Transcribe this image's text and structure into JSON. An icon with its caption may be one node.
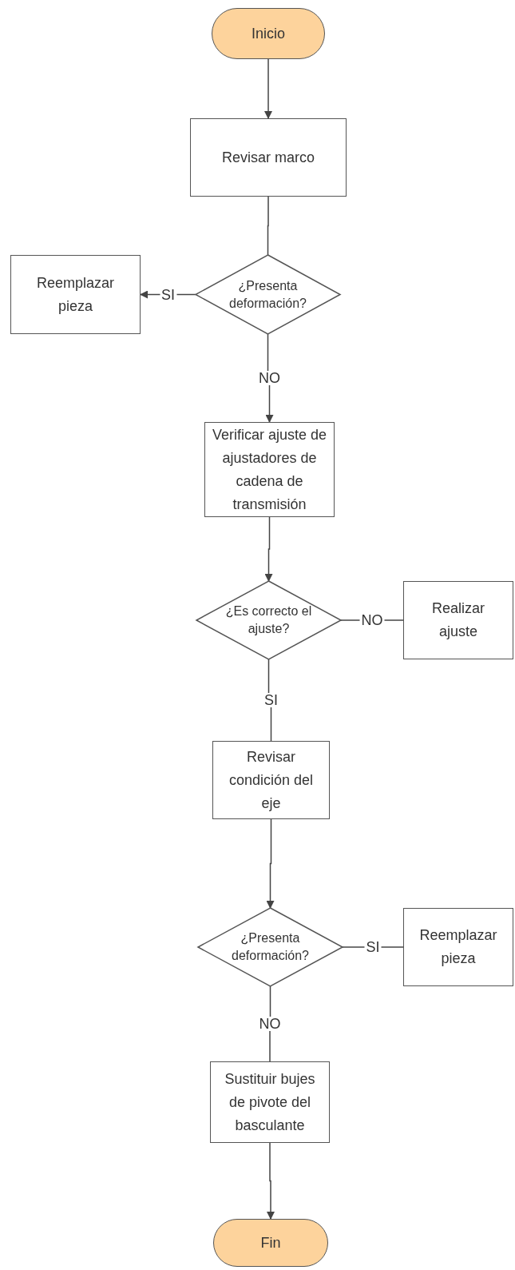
{
  "diagram": {
    "nodes": [
      {
        "text": [
          "Inicio"
        ]
      },
      {
        "text": [
          "Revisar marco"
        ]
      },
      {
        "text": [
          "¿Presenta deformación?"
        ]
      },
      {
        "text": [
          "Reemplazar pieza"
        ]
      },
      {
        "text": [
          "Verificar ajuste de ajustadores de cadena de transmisión"
        ]
      },
      {
        "text": [
          "¿Es correcto el ajuste?"
        ]
      },
      {
        "text": [
          "Realizar ajuste"
        ]
      },
      {
        "text": [
          "Revisar condición del eje"
        ]
      },
      {
        "text": [
          "¿Presenta deformación?"
        ]
      },
      {
        "text": [
          "Reemplazar pieza"
        ]
      },
      {
        "text": [
          "Sustituir bujes de pivote del basculante"
        ]
      },
      {
        "text": [
          "Fin"
        ]
      }
    ],
    "edges": [
      {
        "from": 0,
        "to": 1,
        "arrow": "to"
      },
      {
        "from": 1,
        "to": 2,
        "arrow": "none"
      },
      {
        "from": 2,
        "to": 3,
        "label": "SI",
        "arrow": "to"
      },
      {
        "from": 2,
        "to": 4,
        "label": "NO",
        "arrow": "to"
      },
      {
        "from": 4,
        "to": 5,
        "arrow": "to"
      },
      {
        "from": 5,
        "to": 6,
        "label": "NO",
        "arrow": "none"
      },
      {
        "from": 5,
        "to": 7,
        "label": "SI",
        "arrow": "none"
      },
      {
        "from": 7,
        "to": 8,
        "arrow": "to"
      },
      {
        "from": 8,
        "to": 9,
        "label": "SI",
        "arrow": "none"
      },
      {
        "from": 8,
        "to": 10,
        "label": "NO",
        "arrow": "none"
      },
      {
        "from": 10,
        "to": 11,
        "arrow": "to"
      }
    ]
  }
}
